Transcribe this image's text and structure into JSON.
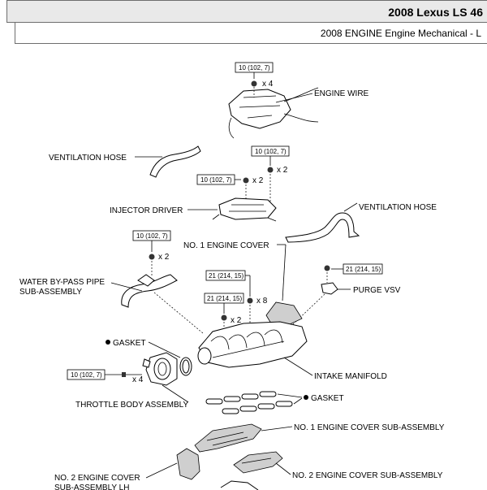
{
  "header": {
    "title": "2008 Lexus LS 46",
    "subtitle": "2008 ENGINE Engine Mechanical - L"
  },
  "labels": {
    "engine_wire": "ENGINE WIRE",
    "ventilation_hose_left": "VENTILATION HOSE",
    "injector_driver": "INJECTOR DRIVER",
    "ventilation_hose_right": "VENTILATION HOSE",
    "no1_engine_cover": "NO. 1 ENGINE COVER",
    "water_bypass_line1": "WATER BY-PASS PIPE",
    "water_bypass_line2": "SUB-ASSEMBLY",
    "purge_vsv": "PURGE VSV",
    "gasket_top": "GASKET",
    "gasket_bottom": "GASKET",
    "intake_manifold": "INTAKE MANIFOLD",
    "throttle_body": "THROTTLE BODY ASSEMBLY",
    "no1_engine_cover_sub": "NO. 1 ENGINE COVER SUB-ASSEMBLY",
    "no2_engine_cover_sub_right": "NO. 2 ENGINE COVER SUB-ASSEMBLY",
    "no2_engine_cover_left_line1": "NO. 2 ENGINE COVER",
    "no2_engine_cover_left_line2": "SUB-ASSEMBLY LH"
  },
  "torque": {
    "t_engine_wire": "10 (102, 7)",
    "t_injector_right": "10 (102, 7)",
    "t_injector_left": "10 (102, 7)",
    "t_water_bypass": "10 (102, 7)",
    "t_purge": "21 (214, 15)",
    "t_cover_a": "21 (214, 15)",
    "t_cover_b": "21 (214, 15)",
    "t_throttle": "10 (102, 7)"
  },
  "qty": {
    "q_engine_wire": "x 4",
    "q_injector_right": "x 2",
    "q_injector_left": "x 2",
    "q_water_bypass": "x 2",
    "q_cover_a": "x 8",
    "q_cover_b": "x 2",
    "q_throttle": "x 4"
  }
}
